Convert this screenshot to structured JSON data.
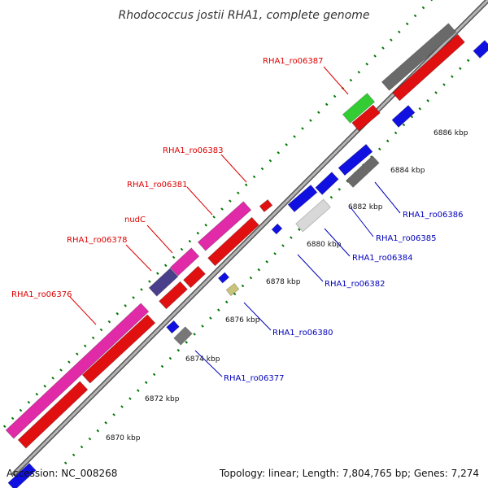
{
  "title": "Rhodococcus jostii RHA1, complete genome",
  "footer": {
    "accession": "Accession: NC_008268",
    "summary": "Topology: linear; Length: 7,804,765 bp; Genes: 7,274"
  },
  "colors": {
    "forward_label": "#dd0000",
    "reverse_label": "#0000bb",
    "backbone": "#888888",
    "tick_dots": "#007700"
  },
  "ticks": [
    "6870 kbp",
    "6872 kbp",
    "6874 kbp",
    "6876 kbp",
    "6878 kbp",
    "6880 kbp",
    "6882 kbp",
    "6884 kbp",
    "6886 kbp"
  ],
  "forward_labels": [
    "RHA1_ro06387",
    "RHA1_ro06383",
    "RHA1_ro06381",
    "nudC",
    "RHA1_ro06378",
    "RHA1_ro06376"
  ],
  "reverse_labels": [
    "RHA1_ro06386",
    "RHA1_ro06385",
    "RHA1_ro06384",
    "RHA1_ro06382",
    "RHA1_ro06380",
    "RHA1_ro06377"
  ]
}
